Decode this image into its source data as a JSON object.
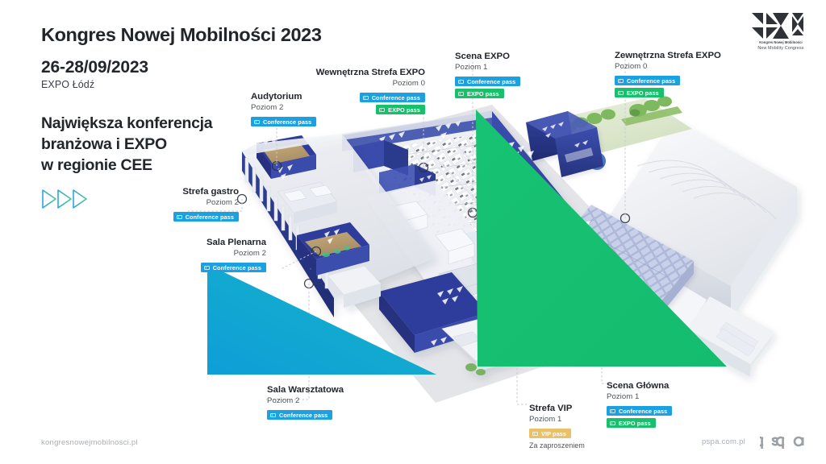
{
  "meta": {
    "brand_blue": "#1ba1e2",
    "brand_green": "#17c06a",
    "brand_gold": "#e8c168",
    "brand_navy": "#2b3c94",
    "accent_cyan": "#12a5dd",
    "accent_teal": "#12b37f",
    "text_dark": "#22262b",
    "text_muted": "#a8aeb5"
  },
  "header": {
    "title": "Kongres Nowej Mobilności 2023",
    "date": "26-28/09/2023",
    "place": "EXPO Łódź",
    "claim_line1": "Największa konferencja",
    "claim_line2": "branżowa i EXPO",
    "claim_line3": "w regionie CEE",
    "chevrons_icon": "triple-chevron-right-icon"
  },
  "logo": {
    "mark": "knm-monogram-icon",
    "caption_pl": "Kongres Nowej Mobilności",
    "caption_en": "New Mobility Congress"
  },
  "footer": {
    "left_url": "kongresnowejmobilnosci.pl",
    "right_url": "pspa.com.pl",
    "right_logo": "pspa-wordmark-logo"
  },
  "pass_types": {
    "conference": {
      "label": "Conference pass",
      "color": "#1ba1e2",
      "style": "blue",
      "icon": "ticket-icon"
    },
    "expo": {
      "label": "EXPO pass",
      "color": "#17c06a",
      "style": "green",
      "icon": "ticket-icon"
    },
    "vip": {
      "label": "VIP pass",
      "color": "#e8c168",
      "style": "gold",
      "icon": "ticket-icon"
    }
  },
  "callouts": [
    {
      "id": "audytorium",
      "name": "Audytorium",
      "level": "Poziom 2",
      "align": "left",
      "passes": [
        "conference"
      ],
      "note": ""
    },
    {
      "id": "wewnetrzna-strefa-expo",
      "name": "Wewnętrzna Strefa EXPO",
      "level": "Poziom 0",
      "align": "right",
      "passes": [
        "conference",
        "expo"
      ],
      "note": ""
    },
    {
      "id": "scena-expo",
      "name": "Scena EXPO",
      "level": "Poziom 1",
      "align": "left",
      "passes": [
        "conference",
        "expo"
      ],
      "note": ""
    },
    {
      "id": "zewnetrzna-strefa-expo",
      "name": "Zewnętrzna Strefa EXPO",
      "level": "Poziom 0",
      "align": "left",
      "passes": [
        "conference",
        "expo"
      ],
      "note": ""
    },
    {
      "id": "strefa-gastro",
      "name": "Strefa gastro",
      "level": "Poziom 2",
      "align": "right",
      "passes": [
        "conference"
      ],
      "note": ""
    },
    {
      "id": "sala-plenarna",
      "name": "Sala Plenarna",
      "level": "Poziom 2",
      "align": "right",
      "passes": [
        "conference"
      ],
      "note": ""
    },
    {
      "id": "sala-warsztatowa",
      "name": "Sala Warsztatowa",
      "level": "Poziom 2",
      "align": "left",
      "passes": [
        "conference"
      ],
      "note": ""
    },
    {
      "id": "strefa-vip",
      "name": "Strefa VIP",
      "level": "Poziom 1",
      "align": "left",
      "passes": [
        "vip"
      ],
      "note": "Za zaproszeniem"
    },
    {
      "id": "scena-glowna",
      "name": "Scena Główna",
      "level": "Poziom 1",
      "align": "left",
      "passes": [
        "conference",
        "expo"
      ],
      "note": ""
    }
  ]
}
